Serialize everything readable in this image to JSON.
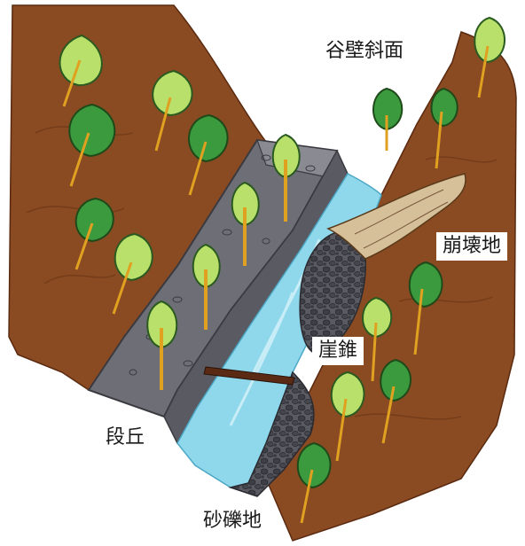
{
  "labels": {
    "valley_slope": "谷壁斜面",
    "collapse_site": "崩壊地",
    "talus_cone": "崖錐",
    "terrace": "段丘",
    "gravel_bar": "砂礫地"
  },
  "colors": {
    "soil": "#8a4a22",
    "soil_dark": "#6e3816",
    "terrace": "#6e6e76",
    "terrace_top": "#8a8a92",
    "water": "#8fd8ec",
    "water_light": "#d6f2fa",
    "debris": "#d6c09a",
    "gravel": "#4a4a52",
    "tree_light": "#b8e06a",
    "tree_dark": "#3c9a3e",
    "trunk": "#e0a020",
    "log": "#5a2a14"
  },
  "icons": [
    "tree-icon",
    "log-icon",
    "pebble-icon"
  ]
}
